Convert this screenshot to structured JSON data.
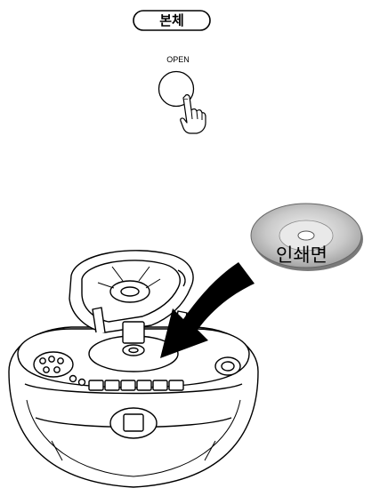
{
  "badge": {
    "label": "본체"
  },
  "button": {
    "label": "OPEN"
  },
  "disc": {
    "label": "인쇄면"
  },
  "icons": {
    "pointer": "pointing-hand-icon",
    "insert": "insert-arrow-icon"
  }
}
